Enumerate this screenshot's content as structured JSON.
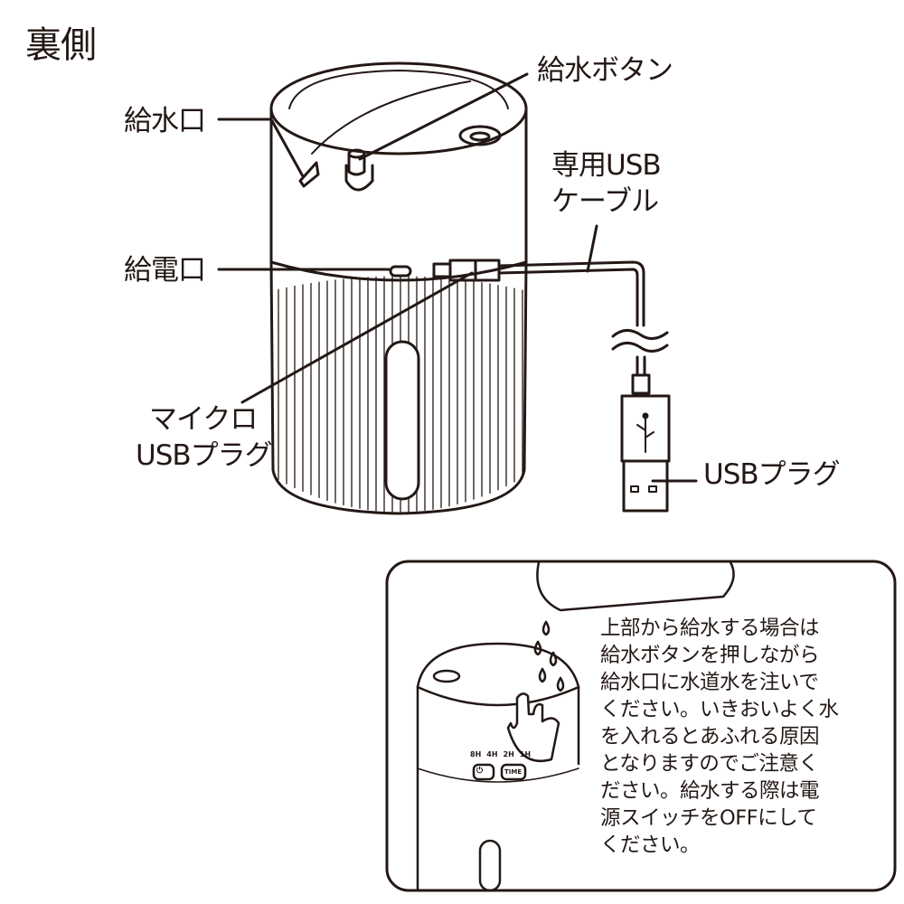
{
  "title": "裏側",
  "labels": {
    "water_button": "給水ボタン",
    "water_inlet": "給水口",
    "cable_line1": "専用USB",
    "cable_line2": "ケーブル",
    "power_port": "給電口",
    "micro_line1": "マイクロ",
    "micro_line2": "USBプラグ",
    "usb_plug": "USBプラグ"
  },
  "inset": {
    "timer_labels": [
      "8H",
      "4H",
      "2H",
      "1H"
    ],
    "time_button": "TIME",
    "note_lines": [
      "上部から給水する場合は",
      "給水ボタンを押しながら",
      "給水口に水道水を注いで",
      "ください。いきおいよく水",
      "を入れるとあふれる原因",
      "となりますのでご注意く",
      "ださい。給水する際は電",
      "源スイッチをOFFにして",
      "ください。"
    ]
  }
}
